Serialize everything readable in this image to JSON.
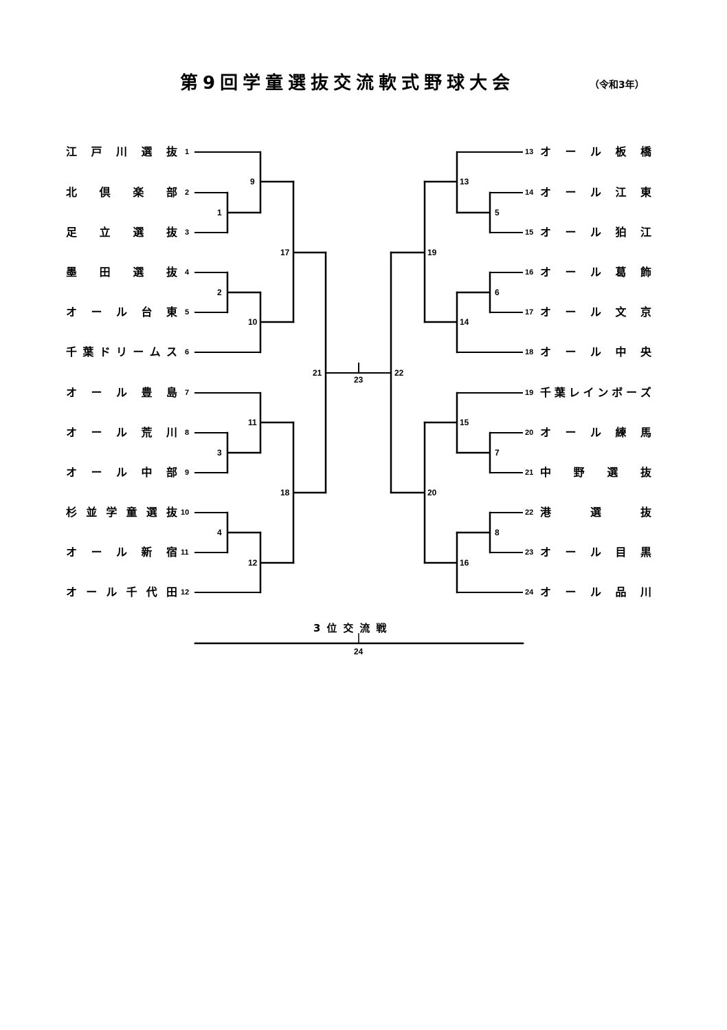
{
  "header": {
    "title": "第9回学童選抜交流軟式野球大会",
    "subtitle": "（令和3年）"
  },
  "left_teams": [
    {
      "seed": "1",
      "name": "江戸川選抜"
    },
    {
      "seed": "2",
      "name": "北倶楽部"
    },
    {
      "seed": "3",
      "name": "足立選抜"
    },
    {
      "seed": "4",
      "name": "墨田選抜"
    },
    {
      "seed": "5",
      "name": "オール台東"
    },
    {
      "seed": "6",
      "name": "千葉ドリームス"
    },
    {
      "seed": "7",
      "name": "オール豊島"
    },
    {
      "seed": "8",
      "name": "オール荒川"
    },
    {
      "seed": "9",
      "name": "オール中部"
    },
    {
      "seed": "10",
      "name": "杉並学童選抜"
    },
    {
      "seed": "11",
      "name": "オール新宿"
    },
    {
      "seed": "12",
      "name": "オール千代田"
    }
  ],
  "right_teams": [
    {
      "seed": "13",
      "name": "オール板橋"
    },
    {
      "seed": "14",
      "name": "オール江東"
    },
    {
      "seed": "15",
      "name": "オール狛江"
    },
    {
      "seed": "16",
      "name": "オール葛飾"
    },
    {
      "seed": "17",
      "name": "オール文京"
    },
    {
      "seed": "18",
      "name": "オール中央"
    },
    {
      "seed": "19",
      "name": "千葉レインボーズ"
    },
    {
      "seed": "20",
      "name": "オール練馬"
    },
    {
      "seed": "21",
      "name": "中野選抜"
    },
    {
      "seed": "22",
      "name": "港選抜"
    },
    {
      "seed": "23",
      "name": "オール目黒"
    },
    {
      "seed": "24",
      "name": "オール品川"
    }
  ],
  "matches": {
    "m1": "1",
    "m2": "2",
    "m3": "3",
    "m4": "4",
    "m5": "5",
    "m6": "6",
    "m7": "7",
    "m8": "8",
    "m9": "9",
    "m10": "10",
    "m11": "11",
    "m12": "12",
    "m13": "13",
    "m14": "14",
    "m15": "15",
    "m16": "16",
    "m17": "17",
    "m18": "18",
    "m19": "19",
    "m20": "20",
    "m21": "21",
    "m22": "22",
    "m23": "23",
    "m24": "24"
  },
  "third_place": {
    "title": "3位交流戦",
    "match": "24"
  }
}
